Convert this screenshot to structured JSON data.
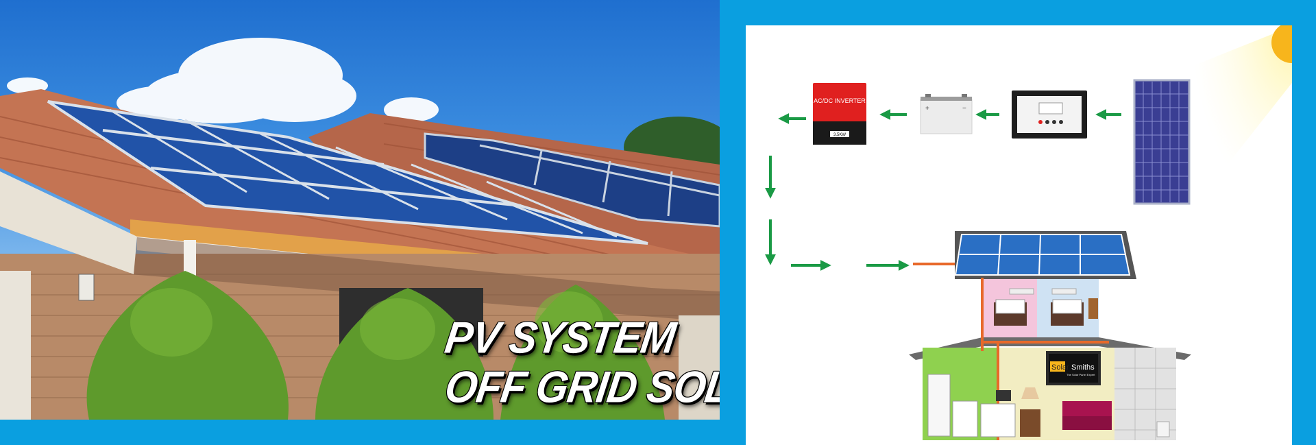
{
  "banner": {
    "headline_line1": "PV SYSTEM",
    "headline_line2": "OFF GRID SOLAR"
  },
  "diagram": {
    "inverter_label": "AC/DC INVERTER",
    "inverter_rating": "3.5KW",
    "battery_plus": "+",
    "battery_minus": "−",
    "tv_brand_a": "Solar",
    "tv_brand_b": "Smiths",
    "tv_tagline": "The Solar Panel Expert"
  },
  "colors": {
    "frame_blue": "#0a9fe0",
    "arrow_green": "#1a9a45",
    "wire_orange": "#e8692a",
    "inverter_red": "#e0201f",
    "panel_blue": "#2a6fc4"
  }
}
